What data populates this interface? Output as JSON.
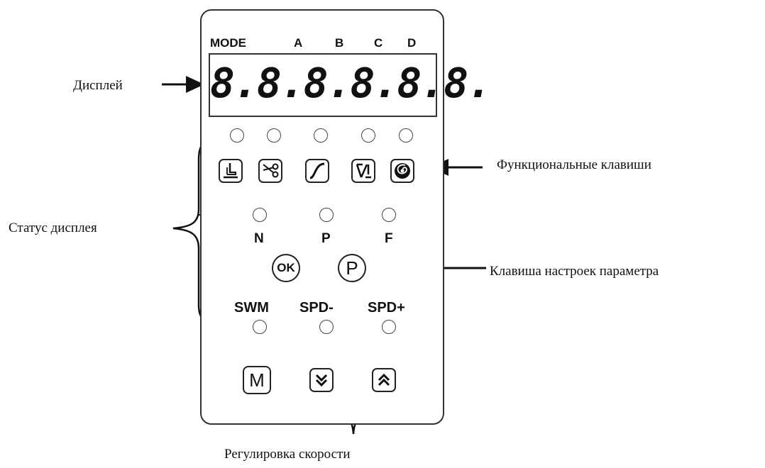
{
  "annotations": {
    "display": "Дисплей",
    "function_keys": "Функциональные клавиши",
    "display_status": "Статус дисплея",
    "param_key": "Клавиша настроек параметра",
    "speed_adjust": "Регулировка скорости"
  },
  "panel": {
    "mode_labels": [
      "MODE",
      "A",
      "B",
      "C",
      "D"
    ],
    "display_text": "8.8.8.8.8.8.",
    "function_keys": [
      {
        "icon": "presser-foot-icon"
      },
      {
        "icon": "scissors-icon"
      },
      {
        "icon": "slow-start-icon"
      },
      {
        "icon": "needle-position-icon"
      },
      {
        "icon": "spiral-icon"
      }
    ],
    "status_labels": [
      "N",
      "P",
      "F"
    ],
    "ok_label": "OK",
    "p_label": "P",
    "speed_labels": [
      "SWM",
      "SPD-",
      "SPD+"
    ],
    "m_label": "M",
    "speed_down_icon": "double-chevron-down-icon",
    "speed_up_icon": "double-chevron-up-icon"
  }
}
